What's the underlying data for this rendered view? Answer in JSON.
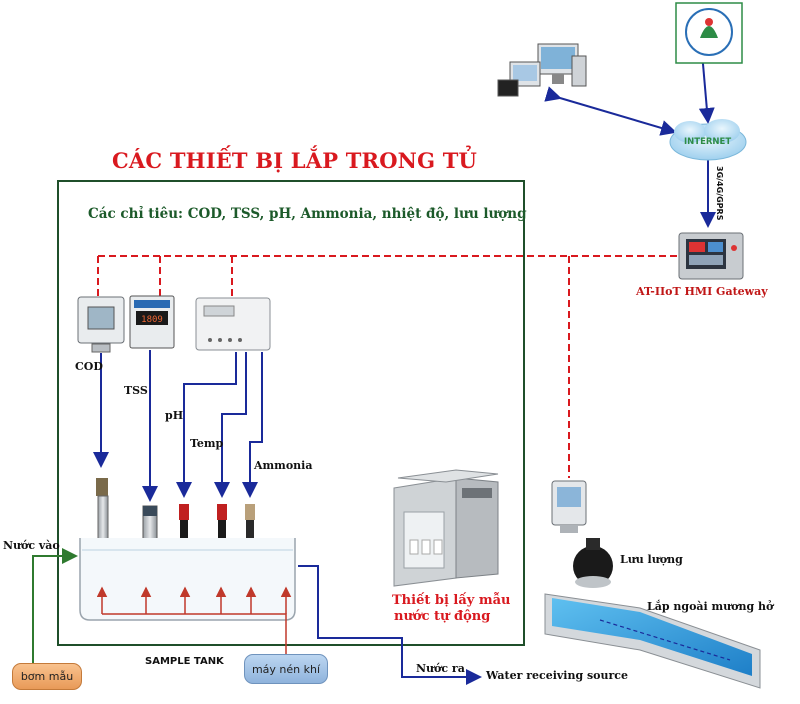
{
  "title": "CÁC THIẾT BỊ LẮP TRONG TỦ",
  "subtitle": "Các chỉ tiêu: COD, TSS, pH, Ammonia, nhiệt độ, lưu lượng",
  "sensors": {
    "cod": "COD",
    "tss": "TSS",
    "ph": "pH",
    "temp": "Temp",
    "ammonia": "Ammonia"
  },
  "inlet_label": "Nước vào",
  "outlet_label": "Nước ra",
  "receiving_label": "Water receiving source",
  "tank_label": "SAMPLE TANK",
  "pump_label": "bơm mẫu",
  "compressor_label": "máy nén khí",
  "sampler_label_line1": "Thiết bị lấy mẫu",
  "sampler_label_line2": "nước tự động",
  "flow_label": "Lưu lượng",
  "channel_label": "Lắp ngoài mương hở",
  "gateway_label": "AT-IIoT HMI Gateway",
  "internet_label": "INTERNET",
  "network_label": "3G/4G/GPRS",
  "colors": {
    "title": "#d9191f",
    "cabinet_border": "#1f4f2a",
    "signal_line": "#d9191f",
    "sensor_line": "#1a2a9a",
    "air_line": "#c0392b"
  }
}
